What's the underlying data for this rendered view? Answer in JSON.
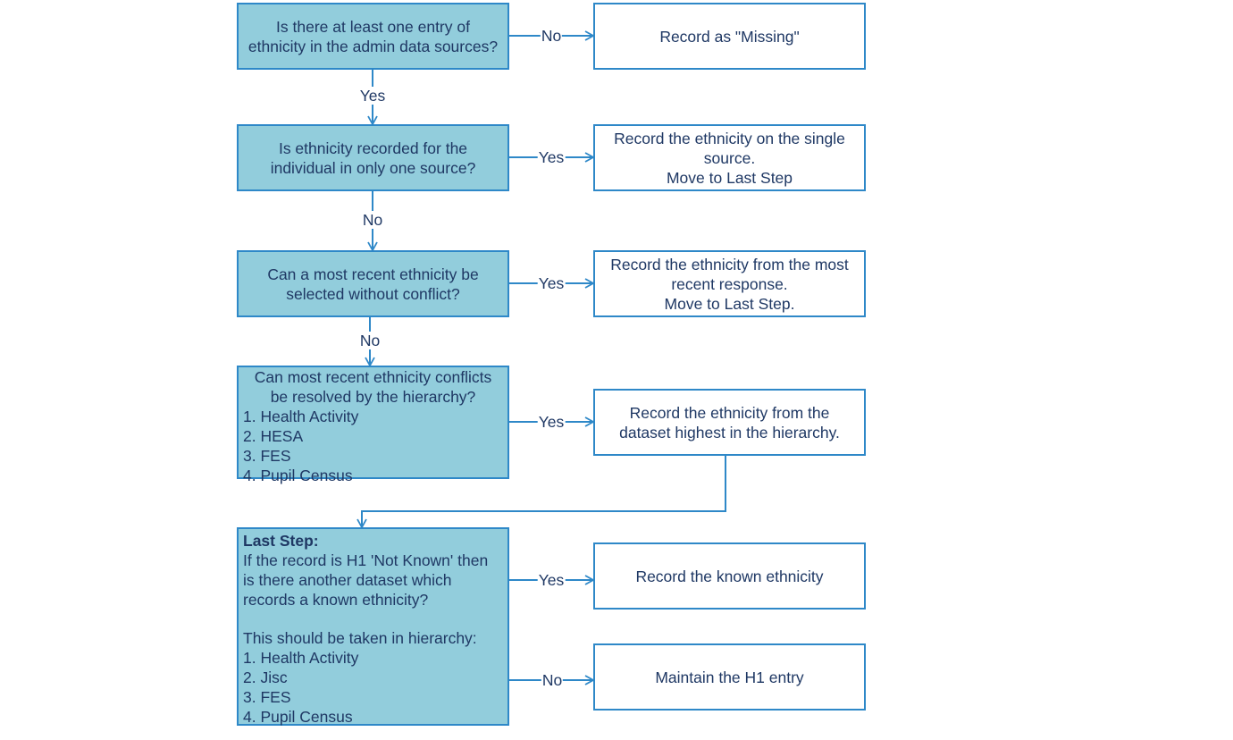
{
  "questions": {
    "q1": [
      "Is there at least one entry of",
      "ethnicity in the admin data sources?"
    ],
    "q2": [
      "Is ethnicity recorded for the",
      "individual in only one source?"
    ],
    "q3": [
      "Can a most recent ethnicity be",
      "selected without conflict?"
    ],
    "q4": {
      "lines": [
        "Can most recent ethnicity conflicts",
        "be resolved by the hierarchy?"
      ],
      "items": [
        "1. Health Activity",
        "2. HESA",
        "3. FES",
        "4. Pupil Census"
      ]
    },
    "q5": {
      "heading": "Last Step:",
      "lines": [
        "If the record is H1 'Not Known' then",
        "is there another dataset which",
        "records a known ethnicity?"
      ],
      "sub": "This should be taken in hierarchy:",
      "items": [
        "1. Health Activity",
        "2. Jisc",
        "3. FES",
        "4. Pupil Census"
      ]
    }
  },
  "results": {
    "r1": [
      "Record as \"Missing\""
    ],
    "r2": [
      "Record the ethnicity on the single",
      "source.",
      "Move to Last Step"
    ],
    "r3": [
      "Record the ethnicity from the most",
      "recent response.",
      "Move to Last Step."
    ],
    "r4": [
      "Record the ethnicity from the",
      "dataset highest in the hierarchy."
    ],
    "r5": [
      "Record the known ethnicity"
    ],
    "r6": [
      "Maintain the H1 entry"
    ]
  },
  "connectors": {
    "q1_r1": "No",
    "q1_q2": "Yes",
    "q2_r2": "Yes",
    "q2_q3": "No",
    "q3_r3": "Yes",
    "q3_q4": "No",
    "q4_r4": "Yes",
    "q5_r5": "Yes",
    "q5_r6": "No"
  },
  "colors": {
    "question_fill": "#92cddc",
    "border": "#2e88c8",
    "text": "#1f3864"
  }
}
